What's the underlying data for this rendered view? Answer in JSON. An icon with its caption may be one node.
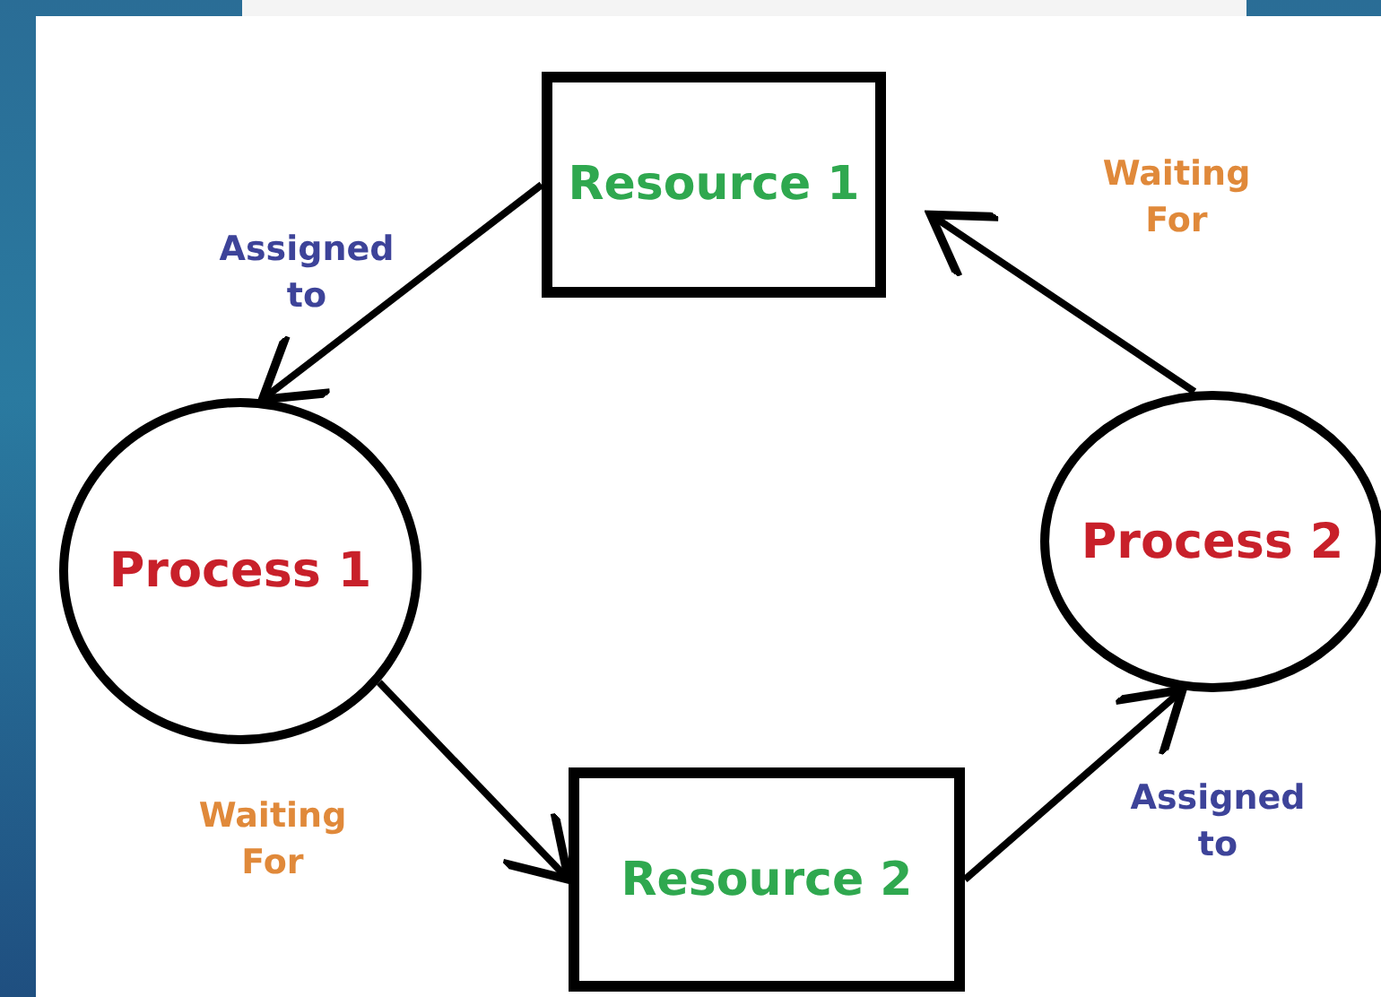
{
  "diagram": {
    "nodes": [
      {
        "text": [
          "Resource 1"
        ]
      },
      {
        "text": [
          "Process 1"
        ]
      },
      {
        "text": [
          "Process 2"
        ]
      },
      {
        "text": [
          "Resource 2"
        ]
      }
    ],
    "edges": [
      {
        "from": 0,
        "to": 1,
        "arrow": "to",
        "label": "Assigned to"
      },
      {
        "from": 1,
        "to": 3,
        "arrow": "to",
        "label": "Waiting For"
      },
      {
        "from": 3,
        "to": 2,
        "arrow": "to",
        "label": "Assigned to"
      },
      {
        "from": 2,
        "to": 0,
        "arrow": "to",
        "label": "Waiting For"
      }
    ]
  }
}
